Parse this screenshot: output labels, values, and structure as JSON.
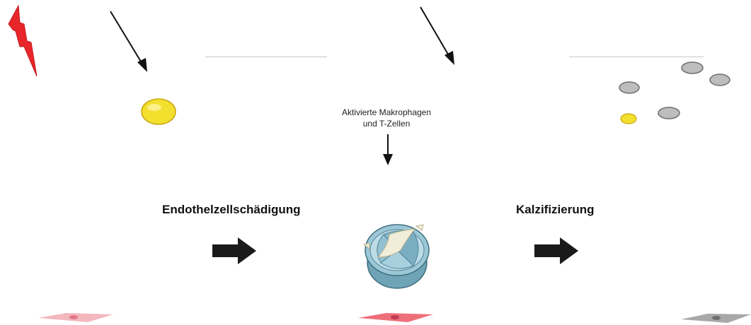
{
  "labels": {
    "endothelial_damage": "Endothelzellschädigung",
    "calcification": "Kalzifizierung",
    "macrophages_line1": "Aktivierte Makrophagen",
    "macrophages_line2": "und T-Zellen"
  },
  "icons": {
    "lightning": "lightning-bolt-icon",
    "yellow_cell": "yellow-lipid-cell",
    "gray_cells": "gray-calcium-deposits",
    "valve": "aortic-valve-illustration",
    "progress_arrow": "thick-right-arrow-icon",
    "endothelial_cell": "endothelial-cell-icon"
  },
  "colors": {
    "lightning": "#e8262a",
    "yellow_cell": "#f2df2e",
    "gray_cell": "#bdbdbd",
    "valve": "#7fb3c4",
    "cell_pink": "#f3b7bd",
    "cell_red": "#ee6f7a",
    "cell_gray": "#a8a8a8",
    "arrow": "#1a1a1a"
  }
}
